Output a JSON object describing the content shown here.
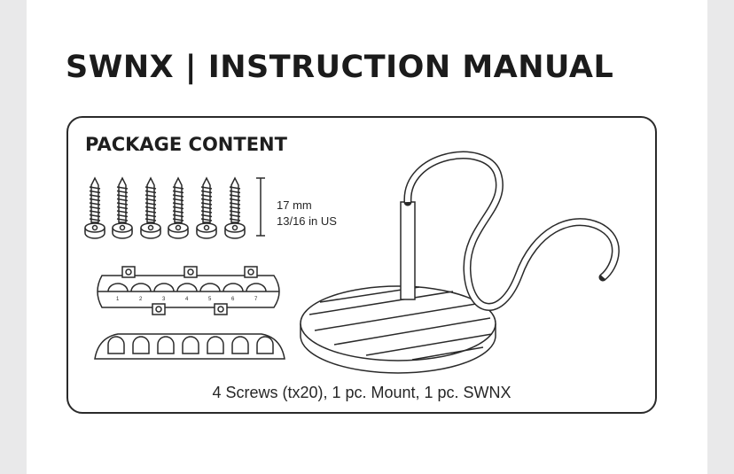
{
  "document": {
    "title": "SWNX | INSTRUCTION MANUAL",
    "section_heading": "PACKAGE CONTENT",
    "screw_length_metric": "17 mm",
    "screw_length_us": "13/16 in US",
    "holder_numbers": [
      "1",
      "2",
      "3",
      "4",
      "5",
      "6",
      "7"
    ],
    "contents_caption": "4 Screws (tx20), 1 pc. Mount, 1 pc. SWNX"
  },
  "icons": [
    "screw-icon",
    "cable-holder-icon",
    "mount-base-icon",
    "cable-icon"
  ],
  "colors": {
    "ink": "#2a2a2a",
    "paper": "#ffffff",
    "background": "#e9e9ea"
  }
}
